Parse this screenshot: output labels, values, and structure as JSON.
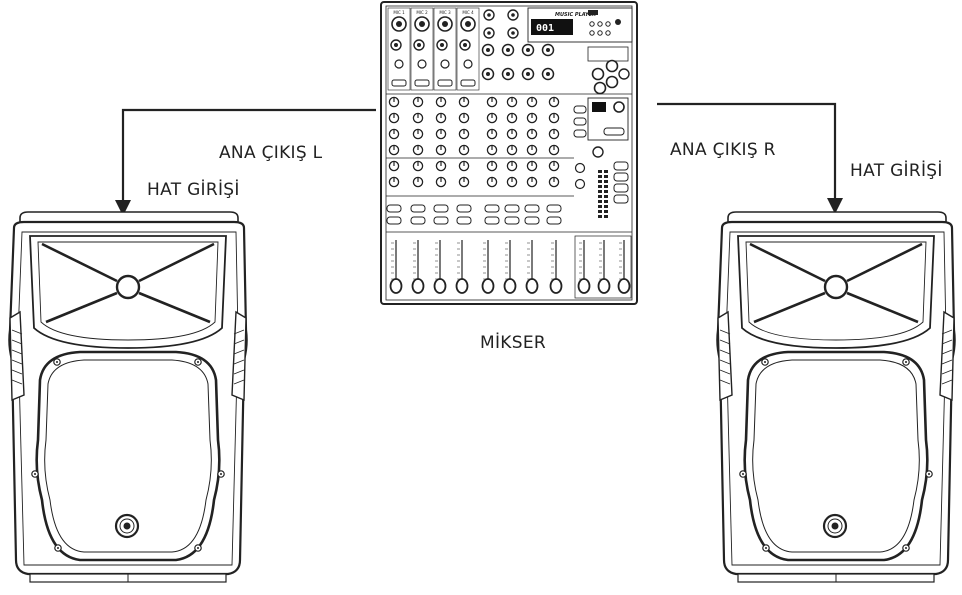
{
  "labels": {
    "out_left": "ANA ÇIKIŞ  L",
    "out_right": "ANA ÇIKIŞ R",
    "in_left": "HAT GİRİŞİ",
    "in_right": "HAT GİRİŞİ",
    "mixer": "MİKSER"
  },
  "mixer_panel": {
    "player_title": "MUSIC PLAYER",
    "display_digits": "001",
    "channel_tags": [
      "MIC 1",
      "MIC 2",
      "MIC 3",
      "MIC 4"
    ]
  },
  "colors": {
    "stroke": "#222222",
    "panel_fill": "#ffffff",
    "display_fill": "#111111"
  },
  "icons": {
    "speaker_logo": "brand-badge-icon",
    "arrow": "arrow-down-icon"
  }
}
